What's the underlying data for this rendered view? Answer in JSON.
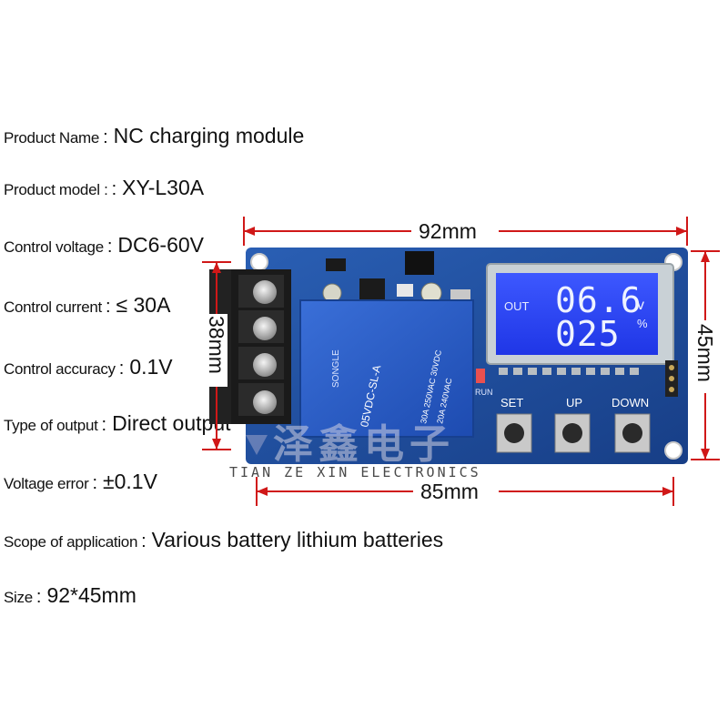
{
  "specs": [
    {
      "label": "Product Name",
      "sep": ":",
      "value": "NC charging module"
    },
    {
      "label": "Product model :",
      "sep": ":",
      "value": "XY-L30A"
    },
    {
      "label": "Control voltage",
      "sep": ":",
      "value": "DC6-60V"
    },
    {
      "label": "Control current",
      "sep": ":",
      "value": "≤ 30A"
    },
    {
      "label": "Control accuracy",
      "sep": ":",
      "value": "0.1V"
    },
    {
      "label": "Type of output",
      "sep": ":",
      "value": "Direct output"
    },
    {
      "label": "Voltage error",
      "sep": ":",
      "value": "±0.1V"
    },
    {
      "label": "Scope of application",
      "sep": ":",
      "value": "Various battery lithium batteries"
    },
    {
      "label": "Size",
      "sep": ":",
      "value": "92*45mm"
    }
  ],
  "dimensions": {
    "top": "92mm",
    "bottom": "85mm",
    "left": "38mm",
    "right": "45mm"
  },
  "display": {
    "out_label": "OUT",
    "voltage": "06.6",
    "voltage_unit": "v",
    "percent": "025",
    "percent_unit": "%"
  },
  "buttons": {
    "set": "SET",
    "up": "UP",
    "down": "DOWN"
  },
  "relay": {
    "brand": "SONGLE",
    "model": "05VDC-SL-A",
    "ratings": "30A 250VAC 30VDC",
    "ratings2": "20A 240VAC"
  },
  "board_label_run": "RUN",
  "watermark": {
    "chinese": "泽鑫电子",
    "english": "TIAN ZE XIN ELECTRONICS"
  },
  "colors": {
    "pcb": "#1f4f9e",
    "lcd": "#2a45ff",
    "lcd_text": "#eef2ff",
    "terminal": "#1a1a1a",
    "relay": "#2a5cc7"
  }
}
